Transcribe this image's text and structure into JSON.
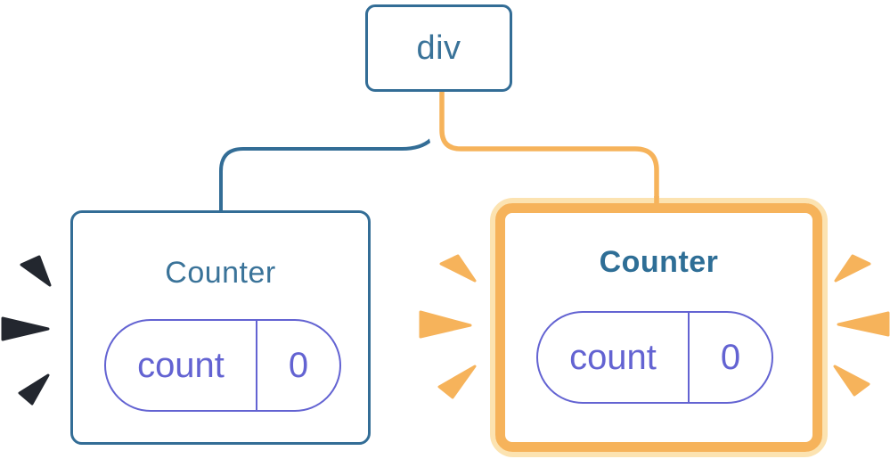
{
  "diagram": {
    "root": {
      "label": "div"
    },
    "left_counter": {
      "title": "Counter",
      "state": {
        "key": "count",
        "value": "0"
      }
    },
    "right_counter": {
      "title": "Counter",
      "state": {
        "key": "count",
        "value": "0"
      }
    }
  },
  "colors": {
    "blue_border": "#336d96",
    "blue_text": "#3a7399",
    "blue_text_bold": "#2e6e96",
    "purple": "#6363d2",
    "orange": "#f6b35b",
    "orange_pale": "#fce3b1",
    "spark_dark": "#23272f",
    "card_bg": "#ffffff"
  }
}
